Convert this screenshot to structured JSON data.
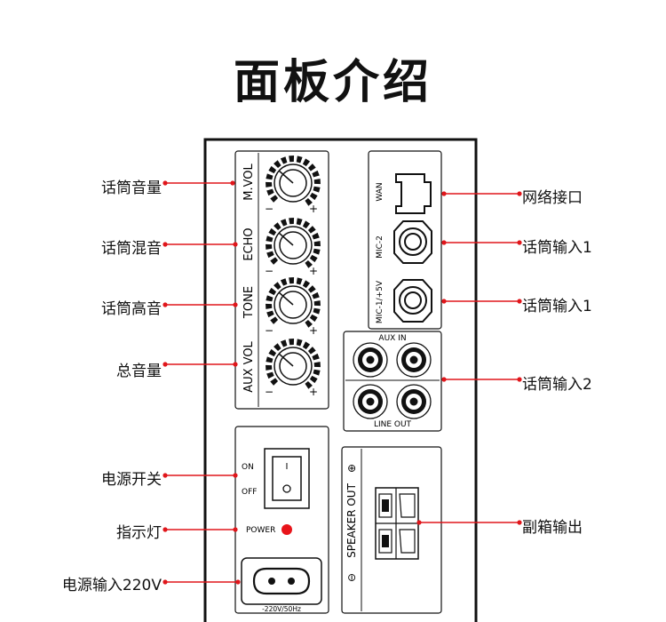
{
  "title": "面板介绍",
  "callouts": {
    "left": [
      "话筒音量",
      "话筒混音",
      "话筒高音",
      "总音量",
      "电源开关",
      "指示灯",
      "电源输入220V"
    ],
    "right": [
      "网络接口",
      "话筒输入1",
      "话筒输入1",
      "话筒输入2",
      "副箱输出"
    ]
  },
  "panel": {
    "knobs": [
      "M.VOL",
      "ECHO",
      "TONE",
      "AUX VOL"
    ],
    "minus": "−",
    "plus": "+",
    "wan": "WAN",
    "mic2": "MIC-2",
    "mic1": "MIC-1/+5V",
    "aux_in": "AUX  IN",
    "line_out": "LINE  OUT",
    "on": "ON",
    "off": "OFF",
    "switch_on_mark": "I",
    "power": "POWER",
    "power_spec": "-220V/50Hz",
    "speaker_out": "SPEAKER OUT",
    "plus_symbol": "⊕",
    "minus_symbol": "⊖"
  },
  "colors": {
    "leader": "#e0161b",
    "power_led": "#e8141a"
  }
}
